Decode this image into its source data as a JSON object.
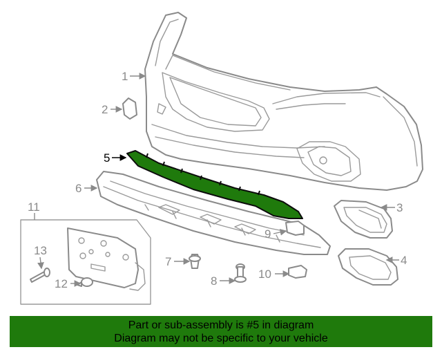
{
  "callouts": [
    {
      "num": "1",
      "x": 1
    },
    {
      "num": "2"
    },
    {
      "num": "3"
    },
    {
      "num": "4"
    },
    {
      "num": "5"
    },
    {
      "num": "6"
    },
    {
      "num": "7"
    },
    {
      "num": "8"
    },
    {
      "num": "9"
    },
    {
      "num": "10"
    },
    {
      "num": "11"
    },
    {
      "num": "12"
    },
    {
      "num": "13"
    }
  ],
  "highlight_color": "#1f7a0c",
  "banner": {
    "line1": "Part or sub-assembly is #5 in diagram",
    "line2": "Diagram may not be specific to your vehicle"
  }
}
